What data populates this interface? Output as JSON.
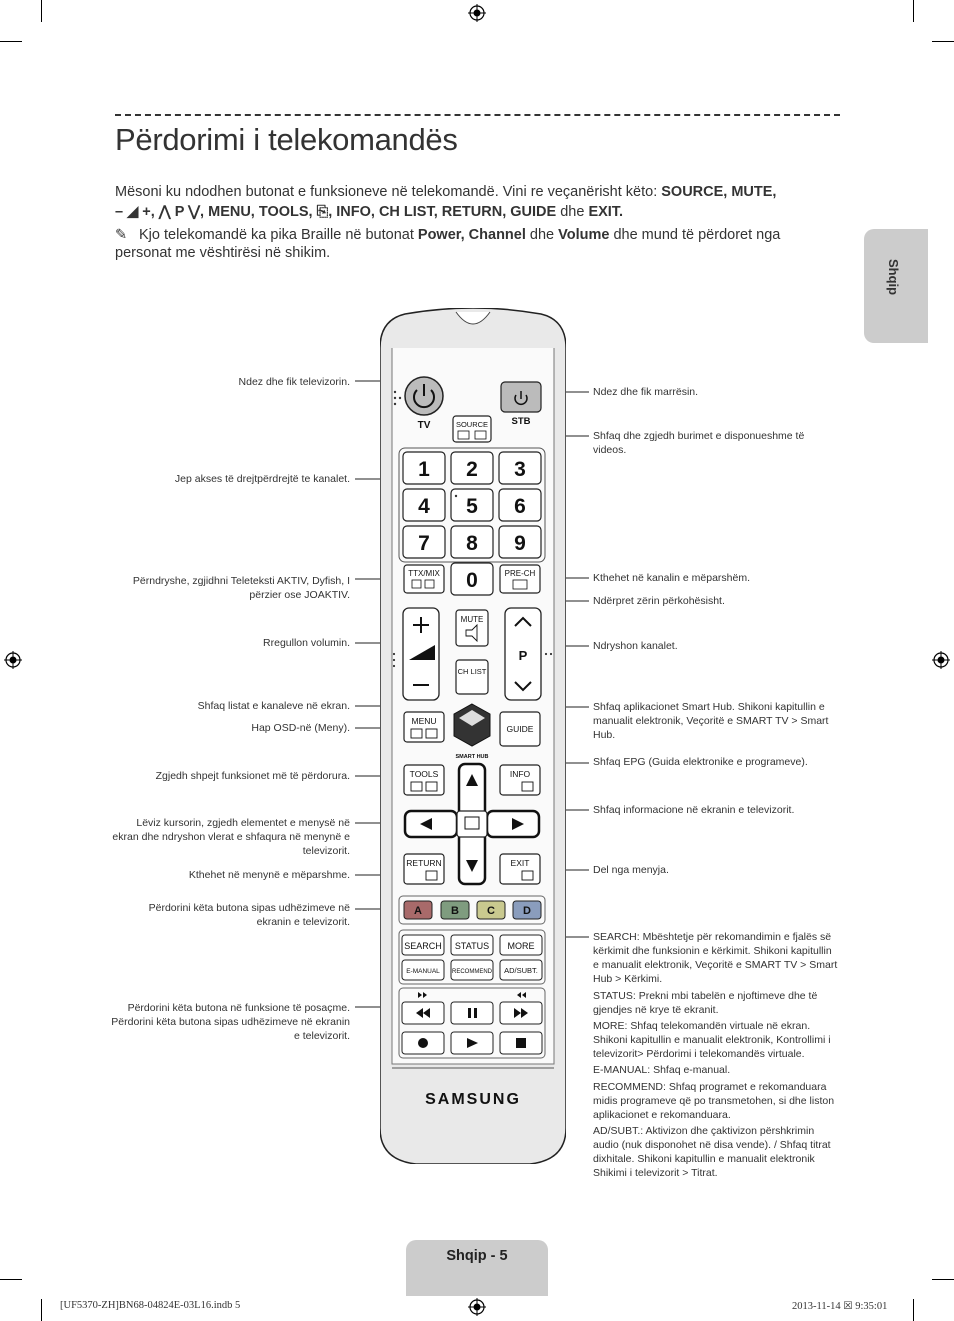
{
  "page": {
    "title": "Përdorimi i telekomandës",
    "intro_text": "Mësoni ku ndodhen butonat e funksioneve në telekomandë. Vini re veçanërisht këto: ",
    "intro_keys_1": "SOURCE, MUTE,",
    "intro_keys_2": "– ◢ +, ⋀ P ⋁, MENU, TOOLS, ⎘, INFO, CH LIST, RETURN, GUIDE",
    "intro_and": " dhe ",
    "intro_exit": "EXIT.",
    "note_icon": "✎",
    "note_pre": "Kjo telekomandë ka pika Braille në butonat ",
    "note_keys": "Power, Channel",
    "note_mid": " dhe ",
    "note_vol": "Volume",
    "note_post": " dhe mund të përdoret nga personat me vështirësi në shikim.",
    "side_tab": "Shqip",
    "footer_tab": "Shqip - 5",
    "footer_left": "[UF5370-ZH]BN68-04824E-03L16.indb   5",
    "footer_right": "2013-11-14   ☒ 9:35:01"
  },
  "labels_left": [
    "Ndez dhe fik televizorin.",
    "Jep akses të drejtpërdrejtë te kanalet.",
    "Përndryshe, zgjidhni Teleteksti AKTIV, Dyfish, I përzier ose JOAKTIV.",
    "Rregullon volumin.",
    "Shfaq listat e kanaleve në ekran.",
    "Hap OSD-në (Meny).",
    "Zgjedh shpejt funksionet më të përdorura.",
    "Lëviz kursorin, zgjedh elementet e menysë në ekran dhe ndryshon vlerat e shfaqura në menynë e televizorit.",
    "Kthehet në menynë e mëparshme.",
    "Përdorini këta butona sipas udhëzimeve në ekranin e televizorit.",
    "Përdorini këta butona në funksione të posaçme. Përdorini këta butona sipas udhëzimeve në ekranin e televizorit."
  ],
  "labels_right": [
    "Ndez dhe fik marrësin.",
    "Shfaq dhe zgjedh burimet e disponueshme të videos.",
    "Kthehet në kanalin e mëparshëm.",
    "Ndërpret zërin përkohësisht.",
    "Ndryshon kanalet.",
    "Shfaq aplikacionet Smart Hub. Shikoni kapitullin e manualit elektronik, Veçoritë e SMART TV > Smart Hub.",
    "Shfaq EPG (Guida elektronike e programeve).",
    "Shfaq informacione në ekranin e televizorit.",
    "Del nga menyja."
  ],
  "labels_right_block": [
    "SEARCH: Mbështetje për rekomandimin e fjalës së kërkimit dhe funksionin e kërkimit. Shikoni kapitullin e manualit elektronik, Veçoritë e SMART TV > Smart Hub > Kërkimi.",
    "STATUS: Prekni mbi tabelën e njoftimeve dhe të gjendjes në krye të ekranit.",
    "MORE: Shfaq telekomandën virtuale në ekran. Shikoni kapitullin e manualit elektronik, Kontrollimi i televizorit> Përdorimi i telekomandës virtuale.",
    "E-MANUAL: Shfaq e-manual.",
    "RECOMMEND: Shfaq programet e rekomanduara midis programeve që po transmetohen, si dhe liston aplikacionet e rekomanduara.",
    "AD/SUBT.: Aktivizon dhe çaktivizon përshkrimin audio (nuk disponohet në disa vende). / Shfaq titrat dixhitale. Shikoni kapitullin e manualit elektronik Shikimi i televizorit > Titrat."
  ],
  "remote": {
    "tv": "TV",
    "stb": "STB",
    "source": "SOURCE",
    "digits": [
      "1",
      "2",
      "3",
      "4",
      "5",
      "6",
      "7",
      "8",
      "9"
    ],
    "zero": "0",
    "ttx": "TTX/MIX",
    "prech": "PRE-CH",
    "mute": "MUTE",
    "chlist": "CH LIST",
    "p": "P",
    "menu": "MENU",
    "guide": "GUIDE",
    "smarthub": "SMART HUB",
    "tools": "TOOLS",
    "info": "INFO",
    "return": "RETURN",
    "exit": "EXIT",
    "colors": [
      "A",
      "B",
      "C",
      "D"
    ],
    "search": "SEARCH",
    "status": "STATUS",
    "more": "MORE",
    "emanual": "E-MANUAL",
    "recommend": "RECOMMEND",
    "adsubt": "AD/SUBT.",
    "brand": "SAMSUNG"
  }
}
